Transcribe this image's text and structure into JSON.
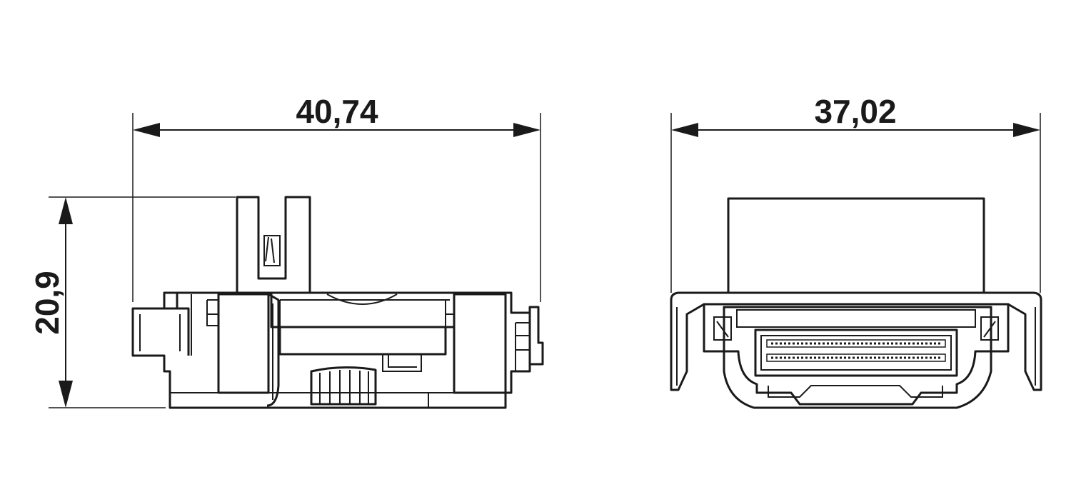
{
  "dimensions": {
    "side_view_width": "40,74",
    "side_view_height": "20,9",
    "front_view_width": "37,02"
  },
  "colors": {
    "line": "#1a1a1a",
    "background": "#ffffff"
  }
}
